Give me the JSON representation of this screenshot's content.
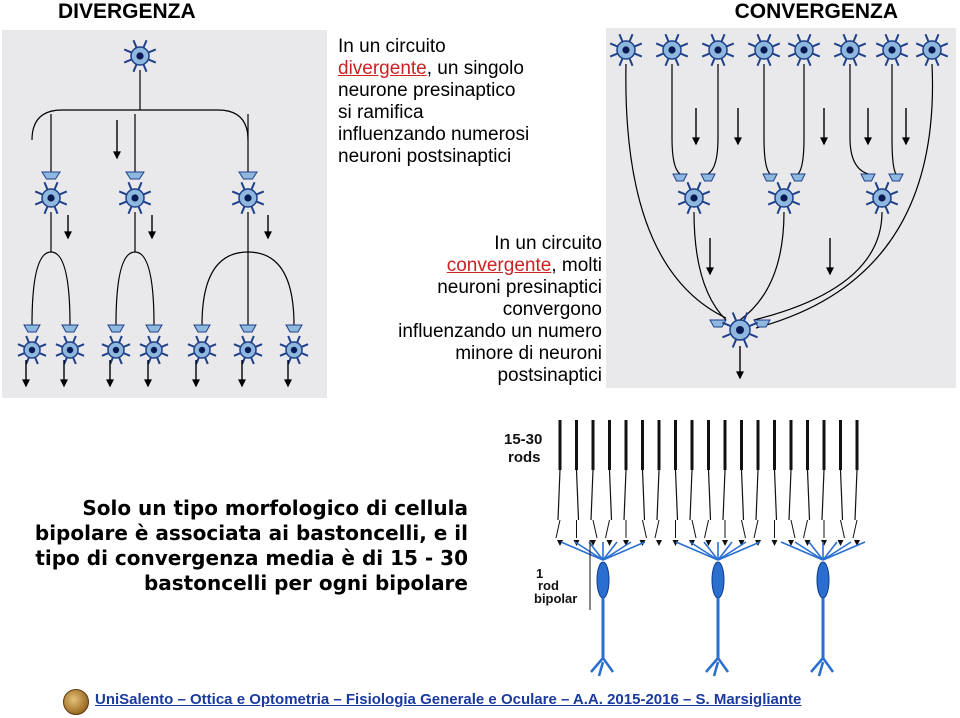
{
  "titles": {
    "divergence": "DIVERGENZA",
    "convergence": "CONVERGENZA"
  },
  "divergence_text": {
    "line1": "In un circuito",
    "keyword": "divergente",
    "line2_rest": ", un singolo",
    "line3": "neurone presinaptico",
    "line4": "si ramifica",
    "line5": "influenzando numerosi",
    "line6": "neuroni postsinaptici"
  },
  "convergence_text": {
    "line1": "In un circuito",
    "keyword": "convergente",
    "line2_rest": ", molti",
    "line3": "neuroni presinaptici",
    "line4": "convergono",
    "line5": "influenzando un numero",
    "line6": "minore di neuroni",
    "line7": "postsinaptici"
  },
  "rods_text": {
    "line1": "Solo un tipo morfologico di cellula",
    "line2": "bipolare è associata ai bastoncelli, e il",
    "line3": "tipo di convergenza media è di  15 - 30",
    "line4": "bastoncelli per ogni bipolare"
  },
  "rods_figure": {
    "label_rods_1": "15-30",
    "label_rods_2": "rods",
    "label_bipolar_1": "1",
    "label_bipolar_2": "rod",
    "label_bipolar_3": "bipolar"
  },
  "footer": {
    "text": "UniSalento – Ottica e Optometria – Fisiologia Generale e Oculare – A.A. 2015-2016 – S. Marsigliante"
  },
  "colors": {
    "neuron_dark": "#1e3f8a",
    "neuron_light": "#8fb8de",
    "neuron_nucleus": "#0a1a55",
    "keyword_red": "#cc2222",
    "footer_blue": "#1a3aa0",
    "panel_gray": "#e9e9eb",
    "bipolar_blue": "#2a6fd0"
  }
}
